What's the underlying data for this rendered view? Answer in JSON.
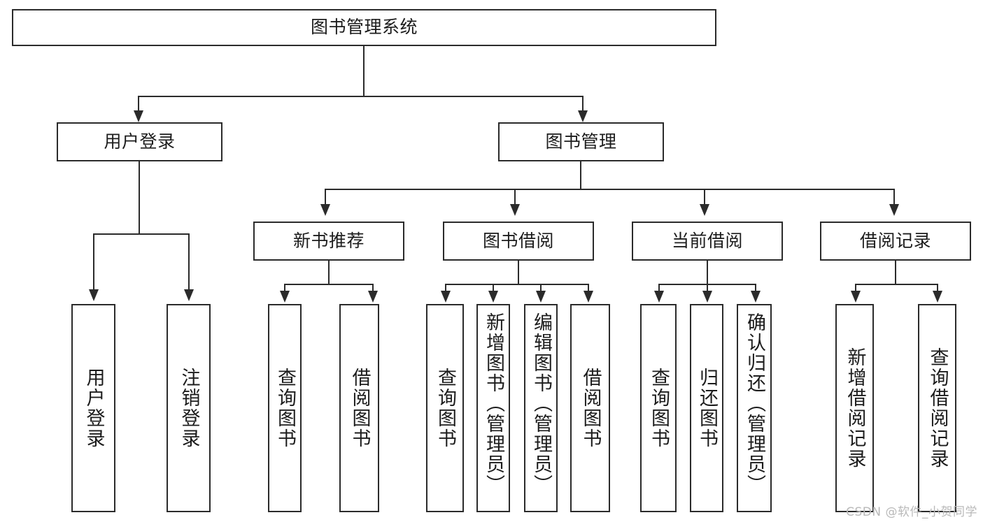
{
  "diagram": {
    "type": "tree-hierarchy",
    "title": "图书管理系统",
    "root": {
      "label": "图书管理系统"
    },
    "level1": [
      {
        "id": "user-login",
        "label": "用户登录"
      },
      {
        "id": "book-manage",
        "label": "图书管理"
      }
    ],
    "level2": [
      {
        "id": "new-book-recommend",
        "label": "新书推荐",
        "parent": "book-manage"
      },
      {
        "id": "book-borrow",
        "label": "图书借阅",
        "parent": "book-manage"
      },
      {
        "id": "current-borrow",
        "label": "当前借阅",
        "parent": "book-manage"
      },
      {
        "id": "borrow-record",
        "label": "借阅记录",
        "parent": "book-manage"
      }
    ],
    "leaves": [
      {
        "id": "leaf-user-login",
        "label": "用户登录",
        "parent": "user-login"
      },
      {
        "id": "leaf-logout",
        "label": "注销登录",
        "parent": "user-login"
      },
      {
        "id": "leaf-query-book-1",
        "label": "查询图书",
        "parent": "new-book-recommend"
      },
      {
        "id": "leaf-borrow-book-1",
        "label": "借阅图书",
        "parent": "new-book-recommend"
      },
      {
        "id": "leaf-query-book-2",
        "label": "查询图书",
        "parent": "book-borrow"
      },
      {
        "id": "leaf-add-book",
        "label": "新增图书（管理员）",
        "parent": "book-borrow"
      },
      {
        "id": "leaf-edit-book",
        "label": "编辑图书（管理员）",
        "parent": "book-borrow"
      },
      {
        "id": "leaf-borrow-book-2",
        "label": "借阅图书",
        "parent": "book-borrow"
      },
      {
        "id": "leaf-query-book-3",
        "label": "查询图书",
        "parent": "current-borrow"
      },
      {
        "id": "leaf-return-book",
        "label": "归还图书",
        "parent": "current-borrow"
      },
      {
        "id": "leaf-confirm-return",
        "label": "确认归还（管理员）",
        "parent": "current-borrow"
      },
      {
        "id": "leaf-add-record",
        "label": "新增借阅记录",
        "parent": "borrow-record"
      },
      {
        "id": "leaf-query-record",
        "label": "查询借阅记录",
        "parent": "borrow-record"
      }
    ],
    "watermark": "CSDN @软件_小贺同学",
    "colors": {
      "stroke": "#2b2b2b",
      "fill": "#ffffff",
      "text": "#1c1c1c",
      "watermark": "#b9b9b9"
    }
  }
}
